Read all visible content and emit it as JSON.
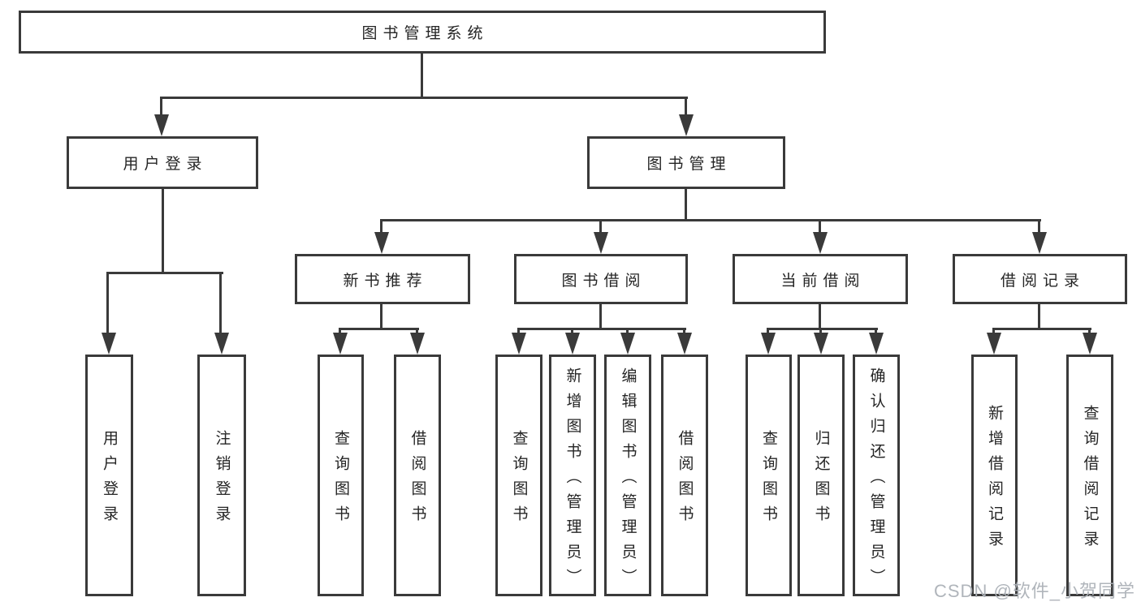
{
  "diagram": {
    "title": "图书管理系统",
    "colors": {
      "line": "#3a3a3a",
      "text": "#252525",
      "background": "#ffffff",
      "watermark": "#acb1b7"
    },
    "nodes": {
      "root": "图书管理系统",
      "user_login_branch": "用户登录",
      "book_mgmt_branch": "图书管理",
      "new_book_recommend": "新书推荐",
      "book_borrow": "图书借阅",
      "current_borrow": "当前借阅",
      "borrow_records": "借阅记录",
      "leaves": {
        "user": [
          "用户登录",
          "注销登录"
        ],
        "recommend": [
          "查询图书",
          "借阅图书"
        ],
        "borrow": [
          "查询图书",
          "新增图书（管理员）",
          "编辑图书（管理员）",
          "借阅图书"
        ],
        "current": [
          "查询图书",
          "归还图书",
          "确认归还（管理员）"
        ],
        "records": [
          "新增借阅记录",
          "查询借阅记录"
        ]
      }
    }
  },
  "watermark": "CSDN @软件_小贺同学"
}
